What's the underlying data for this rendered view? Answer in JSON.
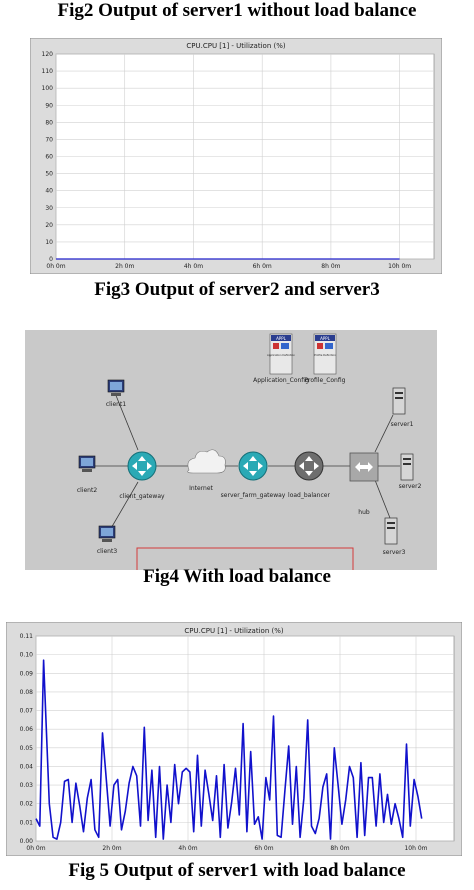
{
  "captions": {
    "fig2": "Fig2 Output of server1 without load balance",
    "fig3": "Fig3 Output of server2 and server3",
    "fig4": "Fig4 With load balance",
    "fig5": "Fig 5 Output of server1 with load balance"
  },
  "network": {
    "nodes": {
      "app_config": "Application_Config",
      "profile_config": "Profile_Config",
      "client1": "client1",
      "client2": "client2",
      "client3": "client3",
      "client_gateway": "client_gateway",
      "internet": "Internet",
      "server_farm_gateway": "server_farm_gateway",
      "load_balancer": "load_balancer",
      "hub": "hub",
      "server1": "server1",
      "server2": "server2",
      "server3": "server3"
    },
    "icon_tags": {
      "appl": "APPL",
      "app_def": "Application Definition",
      "prof_def": "Profile Definition"
    },
    "colors": {
      "background": "#c9c9c9",
      "router": "#2aa9b5",
      "router_gray": "#6e6e6e",
      "selection_box": "#d23c3c"
    }
  },
  "chart_data": [
    {
      "type": "line",
      "title": "CPU.CPU [1] - Utilization (%)",
      "x_tick_labels": [
        "0h 0m",
        "2h 0m",
        "4h 0m",
        "6h 0m",
        "8h 0m",
        "10h 0m"
      ],
      "y_ticks": [
        0,
        10,
        20,
        30,
        40,
        50,
        60,
        70,
        80,
        90,
        100,
        110,
        120
      ],
      "xlim": [
        0,
        11
      ],
      "ylim": [
        0,
        120
      ],
      "grid": true,
      "series": [
        {
          "color": "#2222cc",
          "x": [
            0,
            10
          ],
          "y": [
            0,
            0
          ]
        }
      ]
    },
    {
      "type": "line",
      "title": "CPU.CPU [1] - Utilization (%)",
      "x_tick_labels": [
        "0h 0m",
        "2h 0m",
        "4h 0m",
        "6h 0m",
        "8h 0m",
        "10h 0m"
      ],
      "y_ticks": [
        0.0,
        0.01,
        0.02,
        0.03,
        0.04,
        0.05,
        0.06,
        0.07,
        0.08,
        0.09,
        0.1,
        0.11
      ],
      "y_tick_labels": [
        "0.00",
        "0.01",
        "0.02",
        "0.03",
        "0.04",
        "0.05",
        "0.06",
        "0.07",
        "0.08",
        "0.09",
        "0.10",
        "0.11"
      ],
      "xlim": [
        0,
        11
      ],
      "ylim": [
        0,
        0.11
      ],
      "grid": true,
      "series": [
        {
          "color": "#1111cc",
          "x": [
            0.0,
            0.1,
            0.2,
            0.35,
            0.45,
            0.55,
            0.65,
            0.75,
            0.85,
            0.95,
            1.05,
            1.15,
            1.25,
            1.35,
            1.45,
            1.55,
            1.65,
            1.75,
            1.85,
            1.95,
            2.05,
            2.15,
            2.25,
            2.35,
            2.45,
            2.55,
            2.65,
            2.75,
            2.85,
            2.95,
            3.05,
            3.15,
            3.25,
            3.35,
            3.45,
            3.55,
            3.65,
            3.75,
            3.85,
            3.95,
            4.05,
            4.15,
            4.25,
            4.35,
            4.45,
            4.55,
            4.65,
            4.75,
            4.85,
            4.95,
            5.05,
            5.15,
            5.25,
            5.35,
            5.45,
            5.55,
            5.65,
            5.75,
            5.85,
            5.95,
            6.05,
            6.15,
            6.25,
            6.35,
            6.45,
            6.55,
            6.65,
            6.75,
            6.85,
            6.95,
            7.05,
            7.15,
            7.25,
            7.35,
            7.45,
            7.55,
            7.65,
            7.75,
            7.85,
            7.95,
            8.05,
            8.15,
            8.25,
            8.35,
            8.45,
            8.55,
            8.65,
            8.75,
            8.85,
            8.95,
            9.05,
            9.15,
            9.25,
            9.35,
            9.45,
            9.55,
            9.65,
            9.75,
            9.85,
            9.95,
            10.05,
            10.15
          ],
          "y": [
            0.012,
            0.008,
            0.097,
            0.02,
            0.002,
            0.001,
            0.01,
            0.032,
            0.033,
            0.01,
            0.031,
            0.019,
            0.005,
            0.023,
            0.033,
            0.006,
            0.002,
            0.058,
            0.033,
            0.008,
            0.03,
            0.033,
            0.006,
            0.016,
            0.031,
            0.04,
            0.035,
            0.008,
            0.061,
            0.011,
            0.038,
            0.002,
            0.04,
            0.001,
            0.03,
            0.01,
            0.041,
            0.02,
            0.037,
            0.039,
            0.037,
            0.005,
            0.046,
            0.008,
            0.038,
            0.025,
            0.011,
            0.035,
            0.002,
            0.041,
            0.007,
            0.021,
            0.039,
            0.014,
            0.063,
            0.005,
            0.048,
            0.009,
            0.013,
            0.001,
            0.034,
            0.022,
            0.067,
            0.003,
            0.002,
            0.027,
            0.051,
            0.009,
            0.04,
            0.002,
            0.023,
            0.065,
            0.008,
            0.004,
            0.012,
            0.029,
            0.036,
            0.001,
            0.05,
            0.03,
            0.009,
            0.022,
            0.04,
            0.034,
            0.002,
            0.042,
            0.003,
            0.034,
            0.034,
            0.008,
            0.036,
            0.01,
            0.025,
            0.009,
            0.02,
            0.012,
            0.002,
            0.052,
            0.008,
            0.033,
            0.024,
            0.012
          ]
        }
      ]
    }
  ]
}
